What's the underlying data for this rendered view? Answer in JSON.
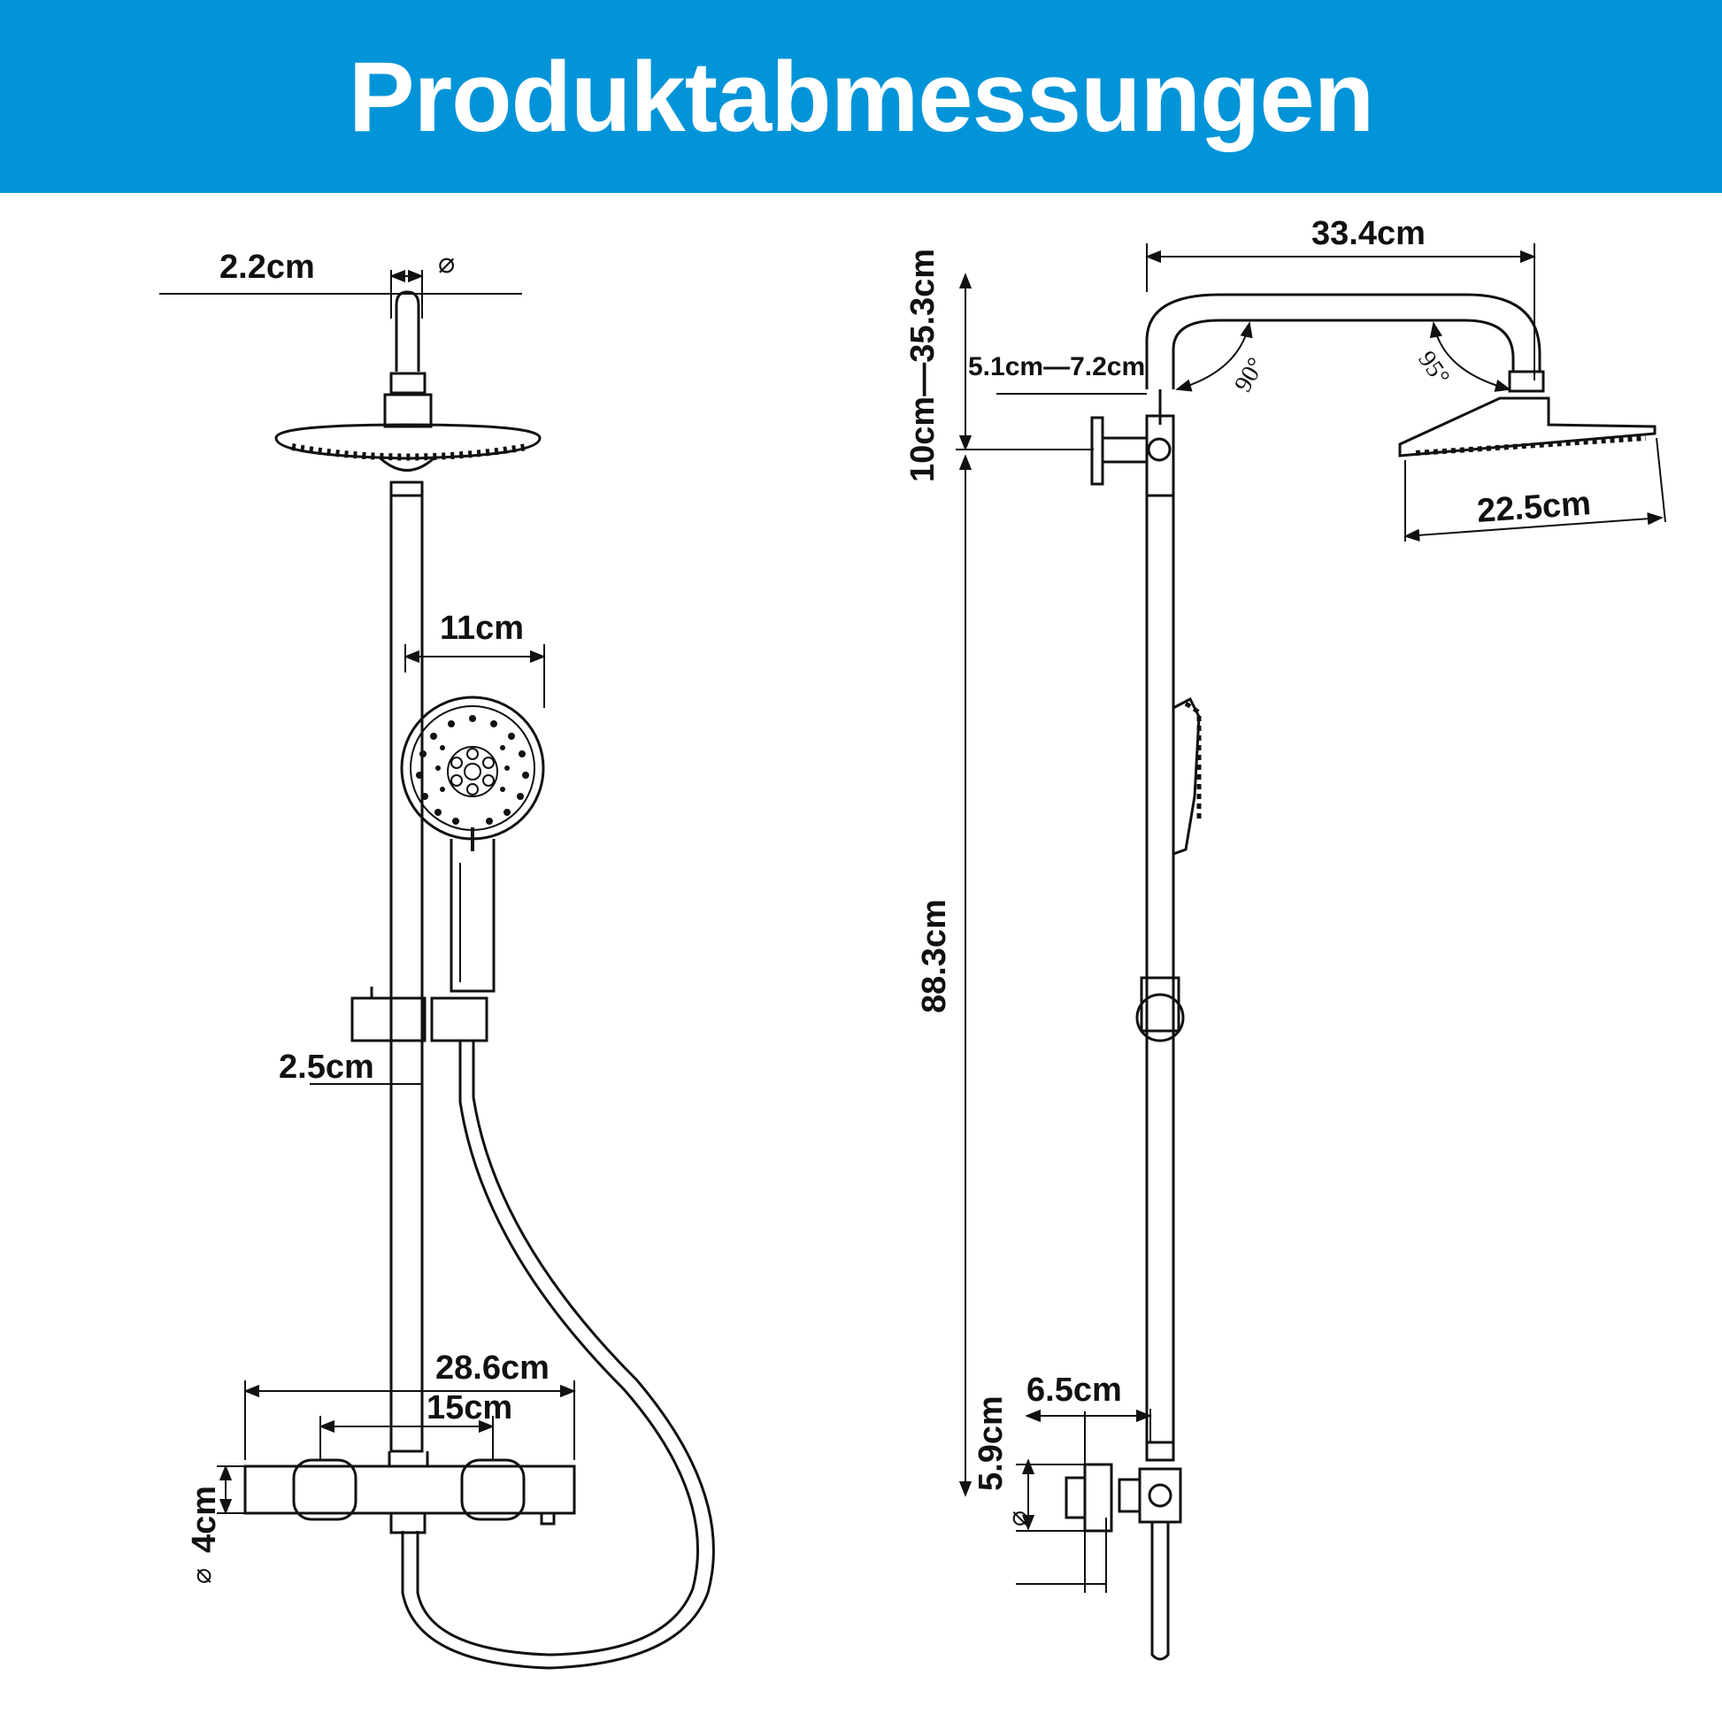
{
  "title": "Produktabmessungen",
  "colors": {
    "header": "#0294d8",
    "title_text": "#ffffff",
    "line": "#111111",
    "background": "#ffffff"
  },
  "front_view": {
    "pipe_diameter": "2.2cm",
    "diameter_symbol": "⌀",
    "hand_shower_width": "11cm",
    "rail_diameter": "2.5cm",
    "mixer_width": "28.6cm",
    "inlet_spacing": "15cm",
    "mixer_diameter": "4cm"
  },
  "side_view": {
    "arm_length": "33.4cm",
    "adjust_range": "10cm—35.3cm",
    "wall_offset": "5.1cm—7.2cm",
    "angle_left": "90°",
    "angle_right": "95°",
    "head_diameter": "22.5cm",
    "column_height": "88.3cm",
    "bracket_depth": "6.5cm",
    "bracket_diameter": "5.9cm"
  }
}
